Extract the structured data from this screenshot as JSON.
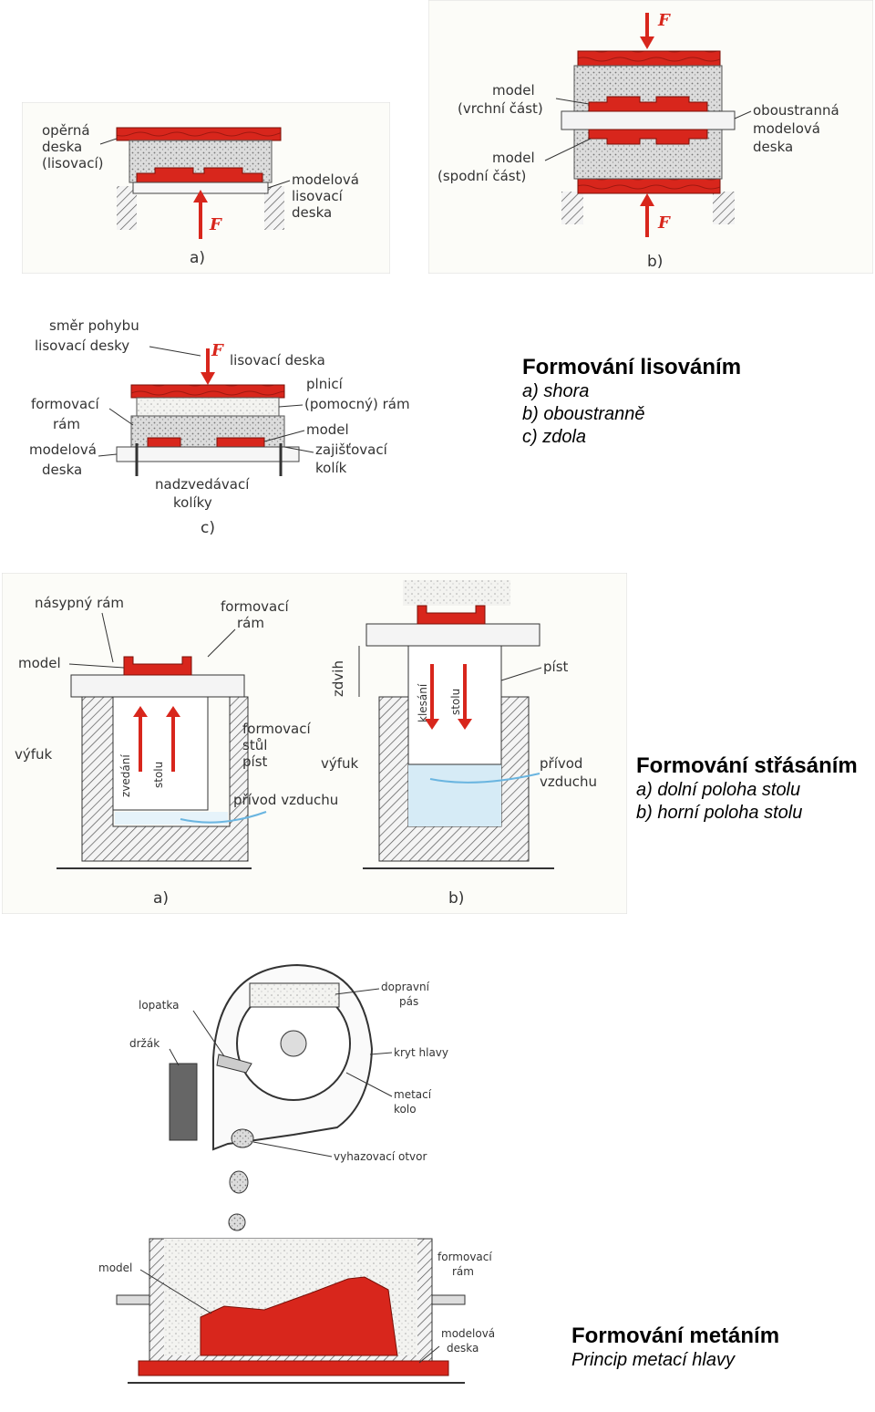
{
  "colors": {
    "red": "#d8261c",
    "sand": "#d9d9d9",
    "air": "#9fd0ea",
    "paper": "#fcfcf8"
  },
  "figure_a": {
    "label_1": "opěrná",
    "label_2": "deska",
    "label_3": "(lisovací)",
    "label_4": "modelová",
    "label_5": "lisovací",
    "label_6": "deska",
    "force": "F",
    "sub": "a)"
  },
  "figure_b": {
    "label_1": "model",
    "label_2": "(vrchní část)",
    "label_3": "model",
    "label_4": "(spodní část)",
    "label_5": "oboustranná",
    "label_6": "modelová",
    "label_7": "deska",
    "force_top": "F",
    "force_bottom": "F",
    "sub": "b)"
  },
  "figure_c": {
    "label_1": "směr pohybu",
    "label_2": "lisovací desky",
    "label_3": "lisovací deska",
    "label_4": "plnicí",
    "label_5": "(pomocný) rám",
    "label_6": "formovací",
    "label_7": "rám",
    "label_8": "model",
    "label_9": "zajišťovací",
    "label_10": "kolík",
    "label_11": "modelová",
    "label_12": "deska",
    "label_13": "nadzvedávací",
    "label_14": "kolíky",
    "force": "F",
    "sub": "c)"
  },
  "caption_1": {
    "title": "Formování lisováním",
    "line_1": "a) shora",
    "line_2": "b) oboustranně",
    "line_3": "c) zdola"
  },
  "figure_d": {
    "label_1": "násypný rám",
    "label_2": "formovací",
    "label_3": "rám",
    "label_4": "model",
    "label_5": "výfuk",
    "label_6": "zvedání",
    "label_7": "stolu",
    "label_8": "formovací",
    "label_9": "stůl",
    "label_10": "píst",
    "label_11": "přívod vzduchu",
    "sub": "a)"
  },
  "figure_e": {
    "label_1": "zdvih",
    "label_2": "klesání",
    "label_3": "stolu",
    "label_4": "píst",
    "label_5": "výfuk",
    "label_6": "přívod",
    "label_7": "vzduchu",
    "sub": "b)"
  },
  "caption_2": {
    "title": "Formování střásáním",
    "line_1": "a) dolní poloha stolu",
    "line_2": "b) horní poloha stolu"
  },
  "figure_f": {
    "label_1": "lopatka",
    "label_2": "držák",
    "label_3": "dopravní",
    "label_4": "pás",
    "label_5": "kryt hlavy",
    "label_6": "metací",
    "label_7": "kolo",
    "label_8": "vyhazovací otvor",
    "label_9": "model",
    "label_10": "formovací",
    "label_11": "rám",
    "label_12": "modelová",
    "label_13": "deska"
  },
  "caption_3": {
    "title": "Formování metáním",
    "line_1": "Princip metací hlavy"
  }
}
